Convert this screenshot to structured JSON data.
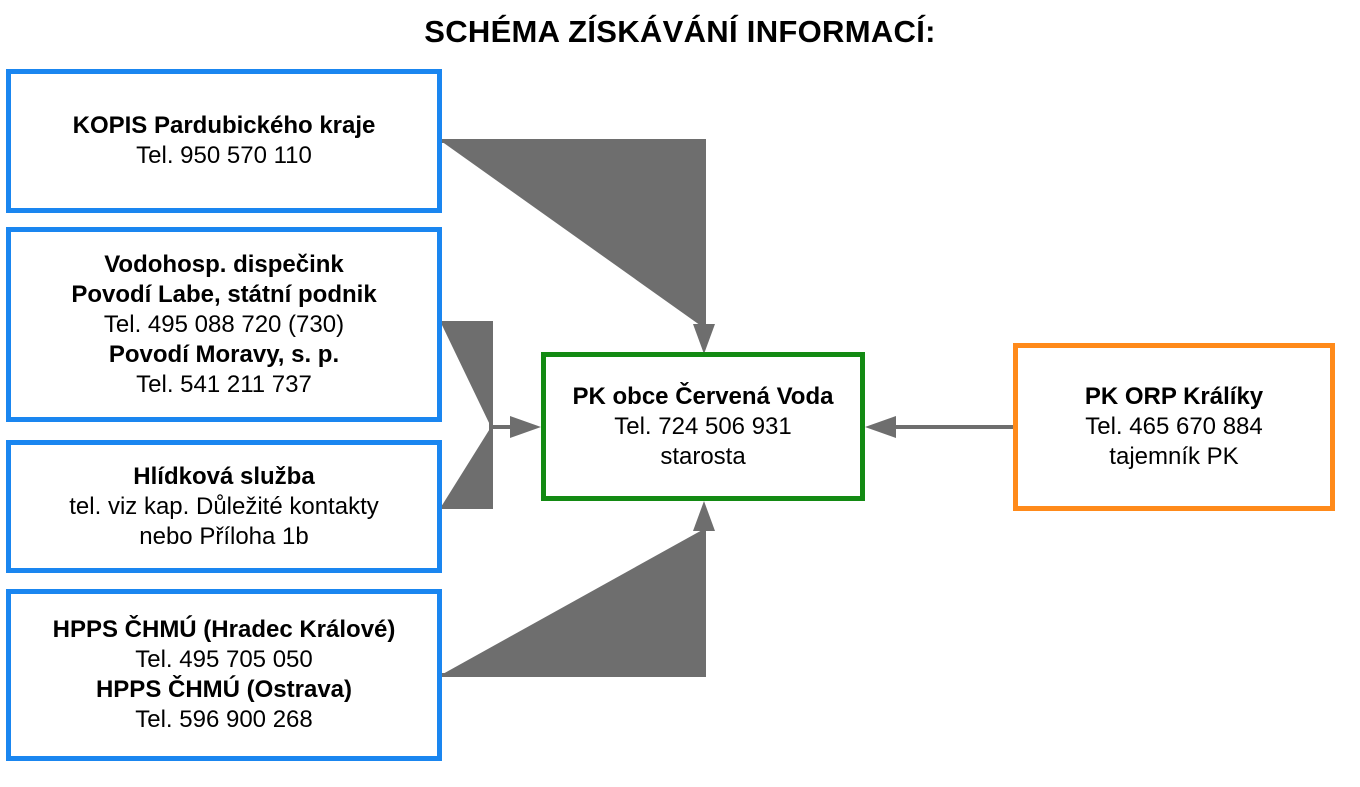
{
  "title": "SCHÉMA ZÍSKÁVÁNÍ INFORMACÍ:",
  "colors": {
    "source_border": "#1a86f0",
    "center_border": "#138a13",
    "orp_border": "#ff8a1a",
    "connector": "#6e6e6e"
  },
  "kopis": {
    "name": "KOPIS Pardubického kraje",
    "phone": "Tel. 950 570 110"
  },
  "vodohosp": {
    "name": "Vodohosp. dispečink",
    "labe_name": "Povodí Labe, státní podnik",
    "labe_phone": "Tel. 495 088 720 (730)",
    "morava_name": "Povodí Moravy, s. p.",
    "morava_phone": "Tel. 541 211 737"
  },
  "hlidkova": {
    "name": "Hlídková služba",
    "line2": "tel. viz kap. Důležité kontakty",
    "line3": "nebo Příloha 1b"
  },
  "hpps": {
    "hk_name": "HPPS ČHMÚ (Hradec Králové)",
    "hk_phone": "Tel. 495 705 050",
    "ostrava_name": "HPPS ČHMÚ (Ostrava)",
    "ostrava_phone": "Tel. 596 900 268"
  },
  "pk_obce": {
    "name": "PK obce Červená Voda",
    "phone": "Tel. 724 506 931",
    "role": "starosta"
  },
  "pk_orp": {
    "name": "PK ORP Králíky",
    "phone": "Tel. 465 670 884",
    "role": "tajemník PK"
  }
}
